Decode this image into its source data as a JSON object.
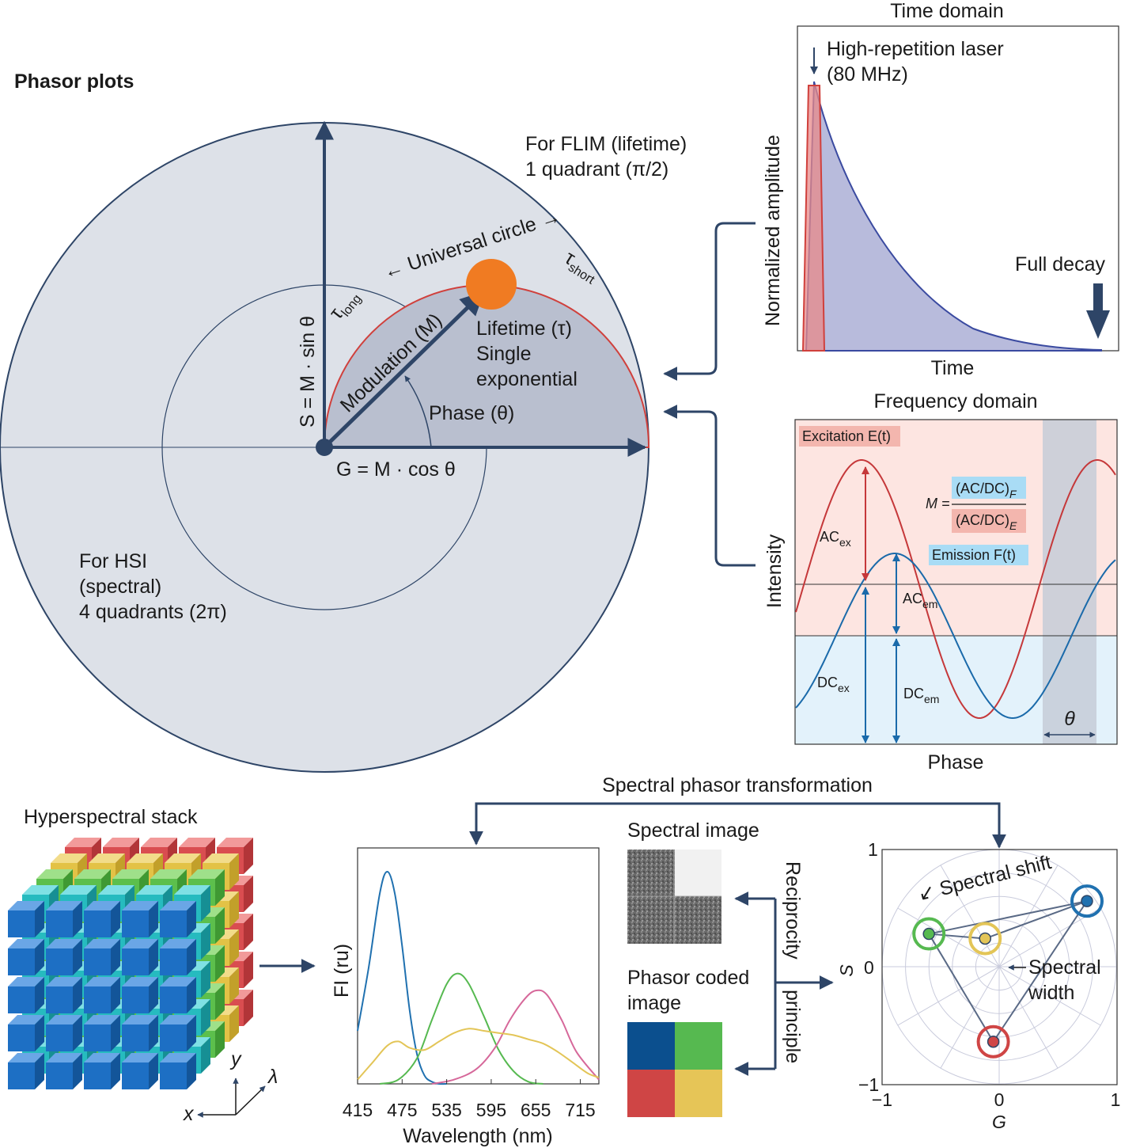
{
  "title": "Phasor plots",
  "phasor": {
    "flim_label_1": "For FLIM (lifetime)",
    "flim_label_2": "1 quadrant (π/2)",
    "hsi_label_1": "For HSI",
    "hsi_label_2": "(spectral)",
    "hsi_label_3": "4 quadrants (2π)",
    "universal_circle": "Universal circle",
    "tau_long": "τlong",
    "tau_short": "τshort",
    "modulation": "Modulation (M)",
    "phase": "Phase (θ)",
    "lifetime_1": "Lifetime (τ)",
    "lifetime_2": "Single",
    "lifetime_3": "exponential",
    "s_axis": "S = M · sin θ",
    "g_axis": "G = M · cos θ",
    "colors": {
      "disk": "#dde1e8",
      "semicircle": "#b9bfcf",
      "arrow": "#2e4567",
      "circle_line": "#d0403c",
      "dot": "#f07b22"
    }
  },
  "time_domain": {
    "title": "Time domain",
    "laser_label_1": "High-repetition laser",
    "laser_label_2": "(80 MHz)",
    "full_decay": "Full decay",
    "ylabel": "Normalized amplitude",
    "xlabel": "Time"
  },
  "frequency_domain": {
    "title": "Frequency domain",
    "excitation": "Excitation E(t)",
    "emission": "Emission F(t)",
    "ac_ex": "AC",
    "ac_ex_sub": "ex",
    "ac_em": "AC",
    "ac_em_sub": "em",
    "dc_ex": "DC",
    "dc_ex_sub": "ex",
    "dc_em": "DC",
    "dc_em_sub": "em",
    "m_label": "M =",
    "m_num": "(AC/DC)",
    "m_num_sub": "F",
    "m_den": "(AC/DC)",
    "m_den_sub": "E",
    "theta": "θ",
    "ylabel": "Intensity",
    "xlabel": "Phase"
  },
  "bottom": {
    "stack_title": "Hyperspectral stack",
    "axis_y": "y",
    "axis_x": "x",
    "axis_lambda": "λ",
    "transform_label": "Spectral phasor transformation",
    "spectral_image": "Spectral image",
    "phasor_coded_1": "Phasor coded",
    "phasor_coded_2": "image",
    "reciprocity_1": "Reciprocity",
    "reciprocity_2": "principle",
    "phasor_coded_colors": [
      "#0b4f8e",
      "#56b950",
      "#cf4545",
      "#e6c557"
    ],
    "phasor_plot": {
      "spectral_shift": "Spectral shift",
      "spectral_width_1": "Spectral",
      "spectral_width_2": "width",
      "ylabel": "S",
      "xlabel": "G",
      "ticks": [
        "1",
        "0",
        "−1"
      ],
      "xticks": [
        "−1",
        "0",
        "1"
      ]
    }
  },
  "chart_data": {
    "type": "line",
    "xlabel": "Wavelength (nm)",
    "ylabel": "FI (ru)",
    "xlim": [
      415,
      740
    ],
    "xticks": [
      "415",
      "475",
      "535",
      "595",
      "655",
      "715"
    ],
    "grid": false,
    "series": [
      {
        "color": "#2071b0",
        "x": [
          415,
          430,
          445,
          455,
          465,
          475,
          485,
          495,
          505,
          515,
          525,
          535
        ],
        "values": [
          0.25,
          0.55,
          0.9,
          1.0,
          0.9,
          0.65,
          0.35,
          0.14,
          0.04,
          0.01,
          0,
          0
        ]
      },
      {
        "color": "#56b950",
        "x": [
          445,
          470,
          495,
          515,
          535,
          550,
          565,
          585,
          605,
          625,
          645,
          665
        ],
        "values": [
          0,
          0.02,
          0.12,
          0.3,
          0.47,
          0.52,
          0.47,
          0.32,
          0.16,
          0.06,
          0.01,
          0
        ]
      },
      {
        "color": "#d6689a",
        "x": [
          515,
          545,
          575,
          600,
          620,
          640,
          655,
          670,
          690,
          710,
          740
        ],
        "values": [
          0,
          0.02,
          0.07,
          0.17,
          0.3,
          0.4,
          0.44,
          0.42,
          0.3,
          0.15,
          0.02
        ]
      },
      {
        "color": "#e3c557",
        "x": [
          415,
          435,
          455,
          470,
          485,
          505,
          525,
          545,
          565,
          585,
          605,
          625,
          645,
          665,
          685,
          705,
          725,
          740
        ],
        "values": [
          0.02,
          0.1,
          0.18,
          0.2,
          0.17,
          0.16,
          0.2,
          0.24,
          0.26,
          0.25,
          0.24,
          0.23,
          0.21,
          0.19,
          0.15,
          0.1,
          0.05,
          0.03
        ]
      }
    ],
    "phasor_points": [
      {
        "color": "#56b950",
        "g": -0.6,
        "s": 0.28
      },
      {
        "color": "#e3c557",
        "g": -0.12,
        "s": 0.24
      },
      {
        "color": "#2071b0",
        "g": 0.75,
        "s": 0.56
      },
      {
        "color": "#cf4545",
        "g": -0.05,
        "s": -0.64
      }
    ]
  }
}
